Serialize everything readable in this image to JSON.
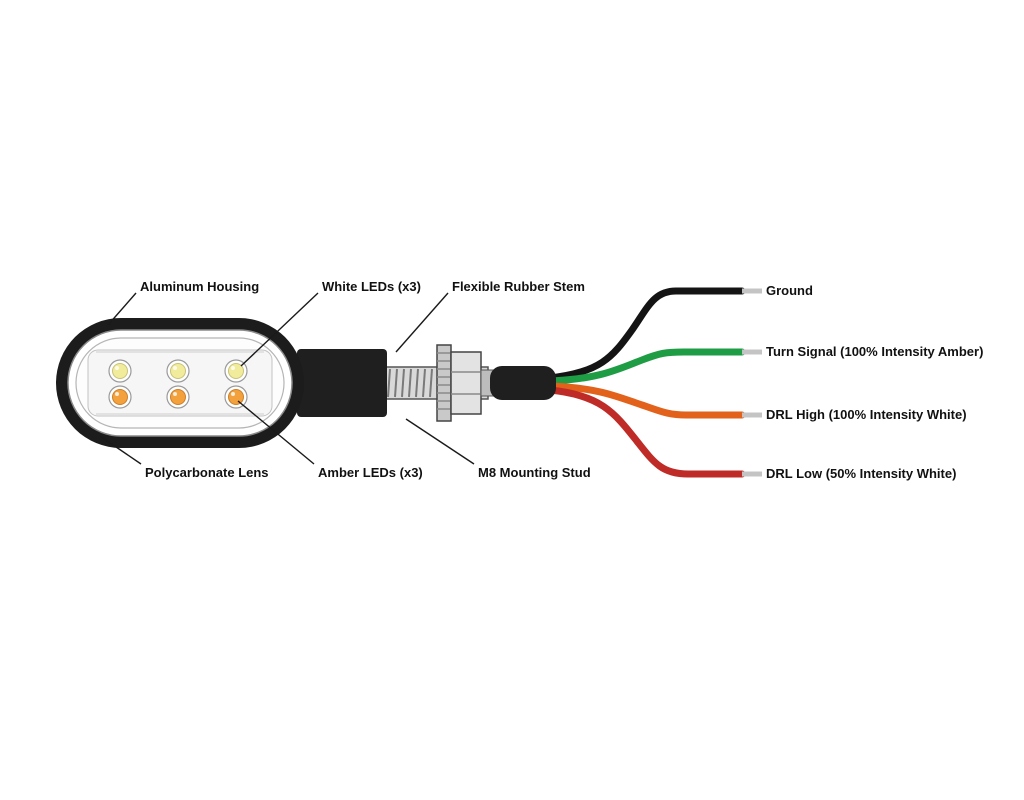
{
  "diagram": {
    "part_labels": {
      "aluminum_housing": "Aluminum Housing",
      "white_leds": "White LEDs (x3)",
      "flexible_rubber_stem": "Flexible Rubber Stem",
      "polycarbonate_lens": "Polycarbonate Lens",
      "amber_leds": "Amber LEDs (x3)",
      "m8_mounting_stud": "M8 Mounting Stud"
    },
    "wires": [
      {
        "name": "ground",
        "label": "Ground",
        "color": "#141414"
      },
      {
        "name": "turn-signal",
        "label": "Turn Signal (100% Intensity Amber)",
        "color": "#1f9d45"
      },
      {
        "name": "drl-high",
        "label": "DRL High (100% Intensity White)",
        "color": "#e2621b"
      },
      {
        "name": "drl-low",
        "label": "DRL Low (50% Intensity White)",
        "color": "#bf2b26"
      }
    ],
    "colors": {
      "housing": "#1c1c1c",
      "white_led": "#f1ec9b",
      "amber_led": "#f2a13c",
      "wire_tip": "#c4c4c4"
    }
  }
}
